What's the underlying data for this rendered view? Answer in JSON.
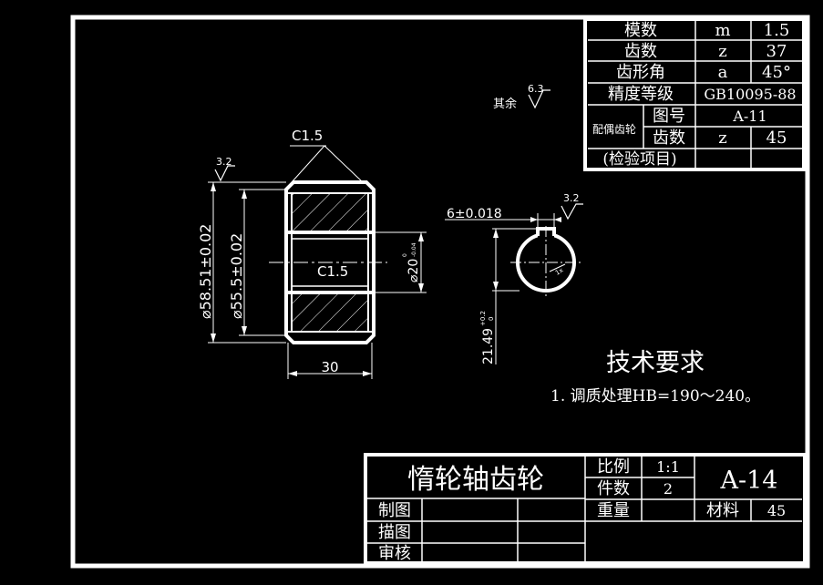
{
  "gear_params": {
    "module_label": "模数",
    "module_sym": "m",
    "module_val": "1.5",
    "teeth_label": "齿数",
    "teeth_sym": "z",
    "teeth_val": "37",
    "angle_label": "齿形角",
    "angle_sym": "a",
    "angle_val": "45°",
    "grade_label": "精度等级",
    "grade_val": "GB10095-88",
    "mate_label": "配偶齿轮",
    "mate_drawing_label": "图号",
    "mate_drawing_val": "A-11",
    "mate_teeth_label": "齿数",
    "mate_teeth_sym": "z",
    "mate_teeth_val": "45",
    "inspect_label": "(检验项目)"
  },
  "roughness": {
    "other_label": "其余",
    "other_val": "6.3",
    "left_val": "3.2",
    "right_val": "3.2"
  },
  "dims": {
    "chamfer_top": "C1.5",
    "chamfer_mid": "C1.5",
    "outer_dia": "⌀58.51±0.02",
    "inner_dia": "⌀55.5±0.02",
    "width": "30",
    "bore_dia": "⌀20",
    "bore_tol_up": "0",
    "bore_tol_lo": "-0.04",
    "key_width": "6±0.018",
    "key_depth": "21.49",
    "key_tol_up": "+0.2",
    "key_tol_lo": "0",
    "fillet": "1x"
  },
  "tech": {
    "title": "技术要求",
    "item1": "1. 调质处理HB=190～240。"
  },
  "title_block": {
    "part_name": "惰轮轴齿轮",
    "scale_label": "比例",
    "scale_val": "1:1",
    "qty_label": "件数",
    "qty_val": "2",
    "weight_label": "重量",
    "drawing_no": "A-14",
    "material_label": "材料",
    "material_val": "45",
    "drawn_label": "制图",
    "traced_label": "描图",
    "checked_label": "审核"
  }
}
